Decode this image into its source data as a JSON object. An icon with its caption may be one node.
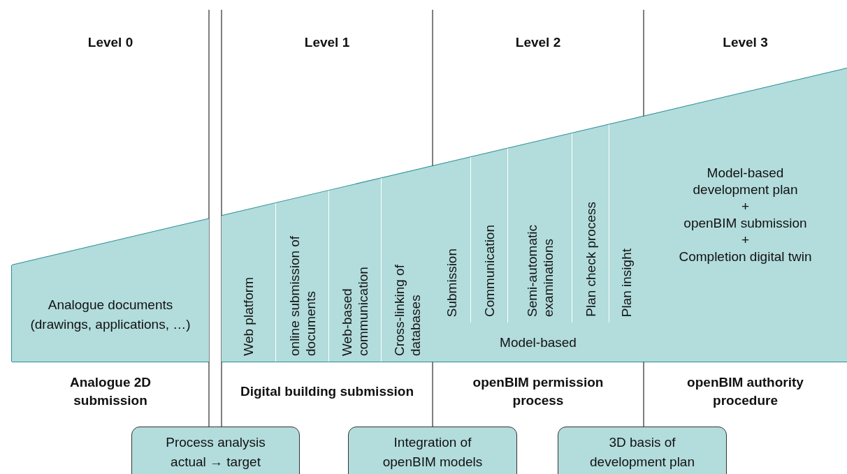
{
  "diagram": {
    "nodes": [
      {
        "text": [
          "Analogue documents (drawings, applications, …)"
        ]
      },
      {
        "text": [
          "Web platform"
        ]
      },
      {
        "text": [
          "online submission of documents"
        ]
      },
      {
        "text": [
          "Web-based communication"
        ]
      },
      {
        "text": [
          "Cross-linking of databases"
        ]
      },
      {
        "text": [
          "Model-based"
        ]
      },
      {
        "text": [
          "Submission"
        ],
        "in": 5
      },
      {
        "text": [
          "Communication"
        ],
        "in": 5
      },
      {
        "text": [
          "Semi-automatic examinations"
        ],
        "in": 5
      },
      {
        "text": [
          "Plan check process"
        ],
        "in": 5
      },
      {
        "text": [
          "Plan insight"
        ],
        "in": 5
      },
      {
        "text": [
          "Model-based development plan",
          "+",
          "openBIM submission",
          "+",
          "Completion digital twin"
        ]
      },
      {
        "text": [
          "Process analysis actual → target"
        ]
      },
      {
        "text": [
          "Integration of openBIM models"
        ]
      },
      {
        "text": [
          "3D basis of development plan"
        ]
      }
    ],
    "labels": [
      "Level 0",
      "Level 1",
      "Level 2",
      "Level 3",
      "Analogue 2D submission",
      "Digital building submission",
      "openBIM permission process",
      "openBIM authority procedure"
    ]
  }
}
